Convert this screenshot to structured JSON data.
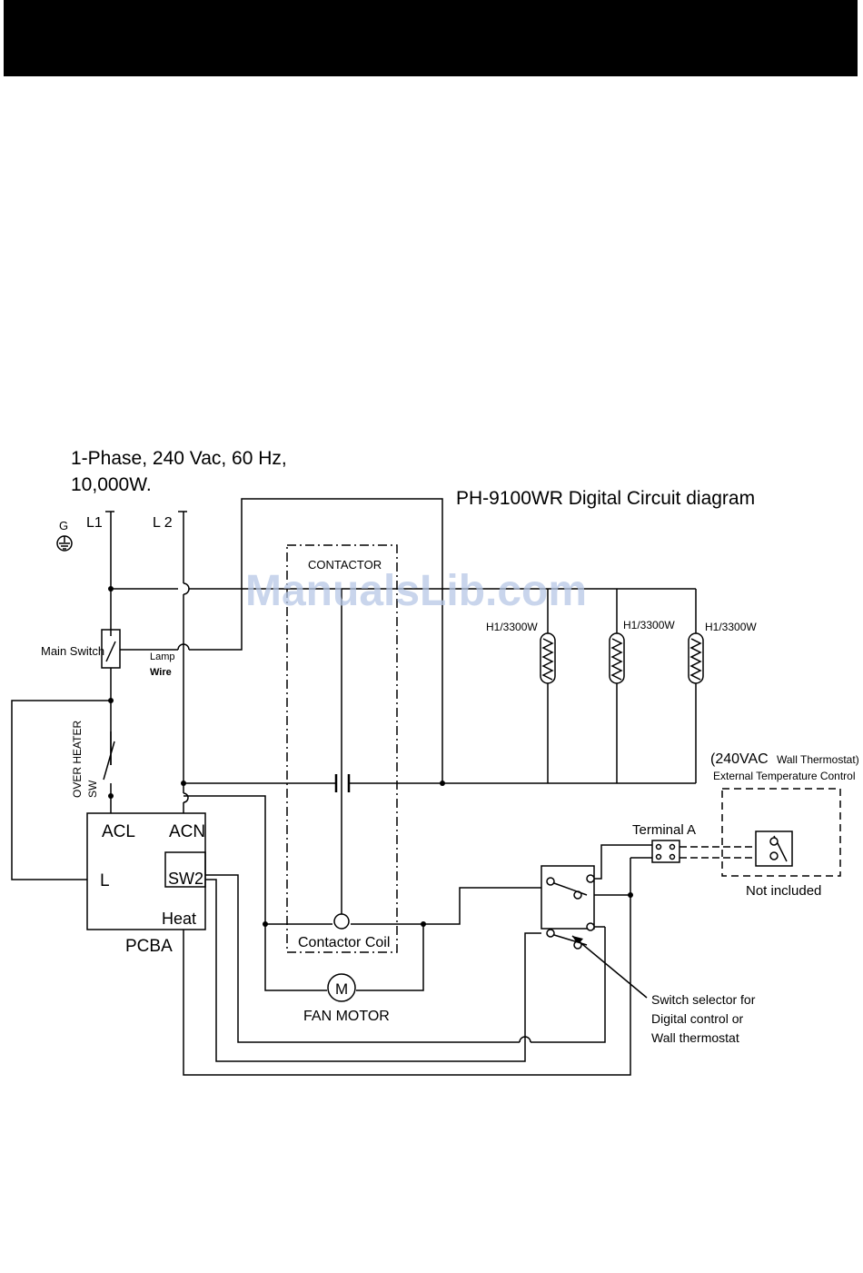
{
  "header_bar": "",
  "supply": {
    "line1": "1-Phase, 240 Vac, 60 Hz,",
    "line2": "10,000W."
  },
  "title": "PH-9100WR Digital Circuit diagram",
  "watermark": "ManualsLib.com",
  "labels": {
    "ground": "G",
    "l1": "L1",
    "l2": "L 2",
    "main_switch": "Main Switch",
    "lamp": "Lamp",
    "wire": "Wire",
    "over_heater": "OVER HEATER",
    "sw": "SW",
    "contactor": "CONTACTOR",
    "heater1": "H1/3300W",
    "heater2": "H1/3300W",
    "heater3": "H1/3300W",
    "acl": "ACL",
    "acn": "ACN",
    "l_term": "L",
    "sw2": "SW2",
    "heat": "Heat",
    "pcba": "PCBA",
    "contactor_coil": "Contactor Coil",
    "motor_symbol": "M",
    "fan_motor": "FAN MOTOR",
    "terminal_a": "Terminal A",
    "thermostat_240": "(240VAC",
    "wall_thermostat": "Wall Thermostat)",
    "ext_temp": "External Temperature Control",
    "not_included": "Not included",
    "selector_1": "Switch selector for",
    "selector_2": "Digital control or",
    "selector_3": "Wall thermostat"
  }
}
